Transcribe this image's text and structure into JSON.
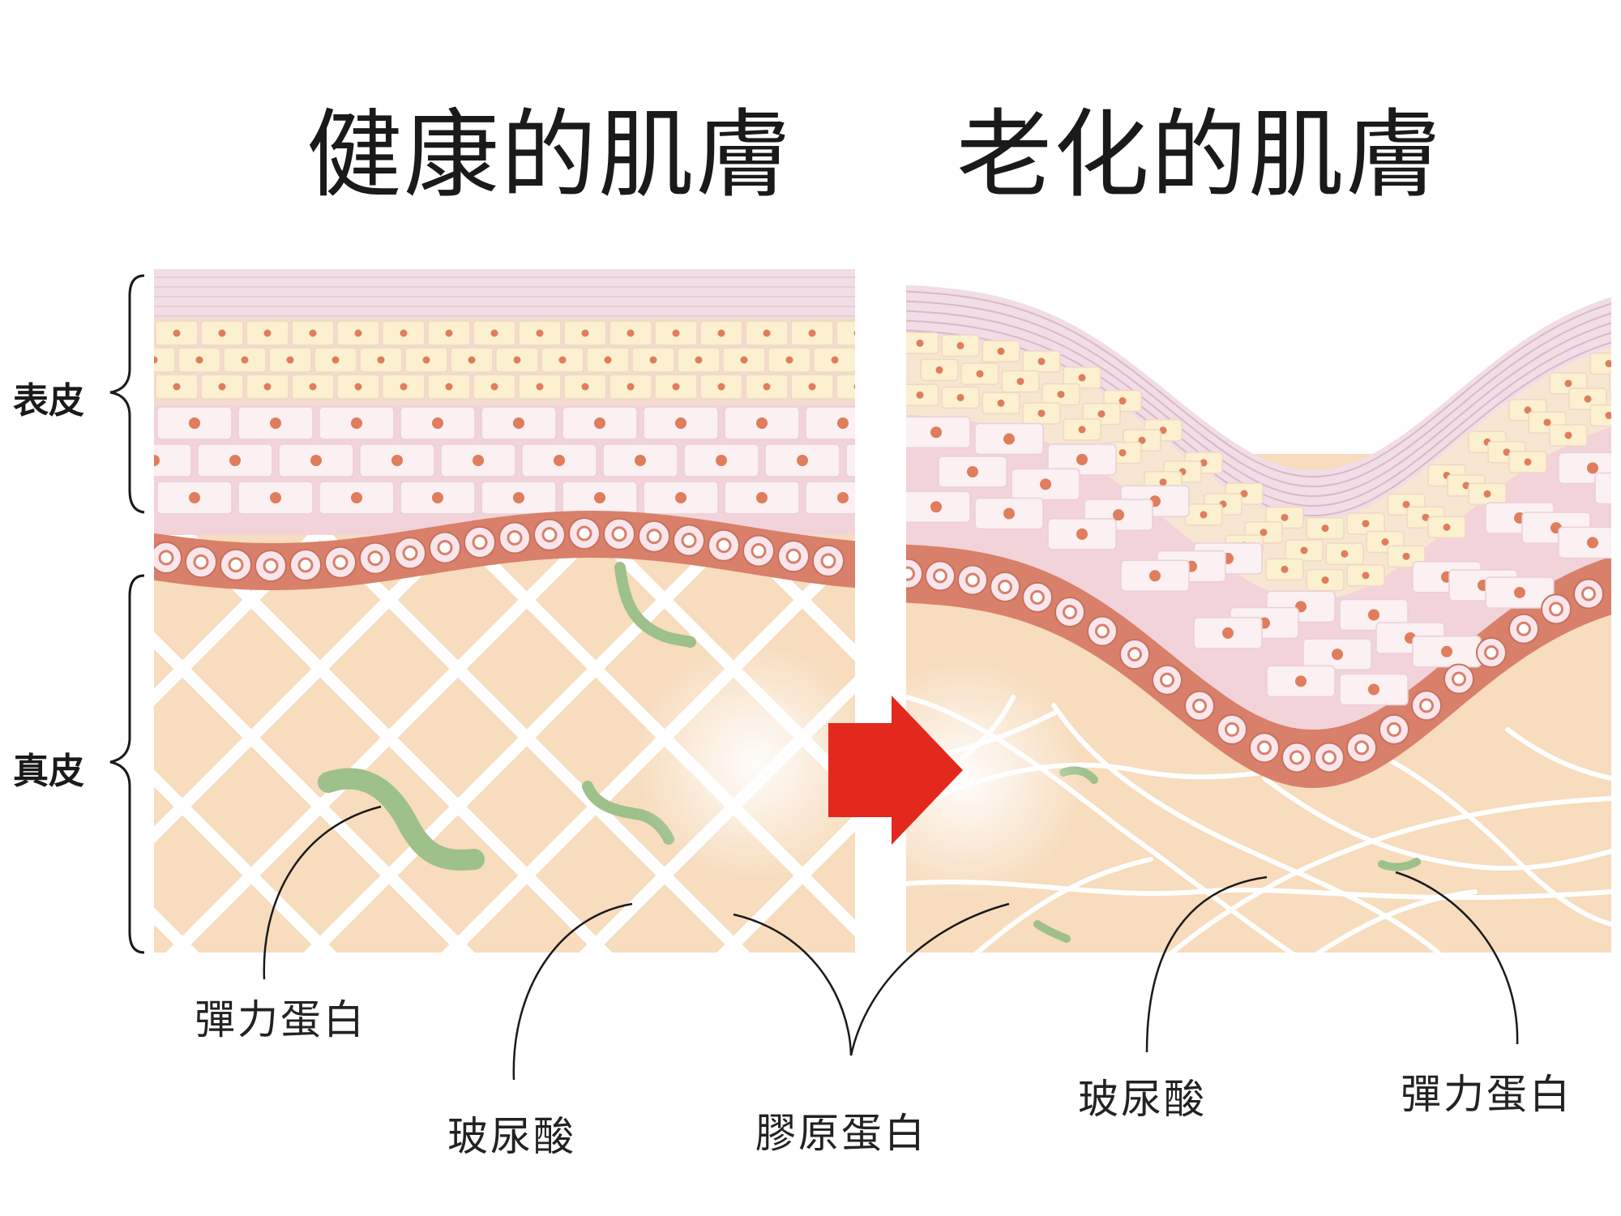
{
  "titles": {
    "healthy": "健康的肌膚",
    "aged": "老化的肌膚"
  },
  "layers": {
    "epidermis": "表皮",
    "dermis": "真皮"
  },
  "labels": {
    "left_elastin": "彈力蛋白",
    "left_hyaluronic": "玻尿酸",
    "collagen": "膠原蛋白",
    "right_hyaluronic": "玻尿酸",
    "right_elastin": "彈力蛋白"
  },
  "colors": {
    "dermis": "#f7dcbd",
    "fiber": "#ffffff",
    "stratum_corneum": "#f1dde5",
    "granular_cells": "#fbf0cf",
    "spinous_cells": "#fbf0f2",
    "spinous_bg": "#f2d3da",
    "basal_band": "#d9806a",
    "basal_cells": "#f8e6ec",
    "nucleus": "#df7d5c",
    "elastin": "#9ec08b",
    "arrow": "#e3281e"
  }
}
